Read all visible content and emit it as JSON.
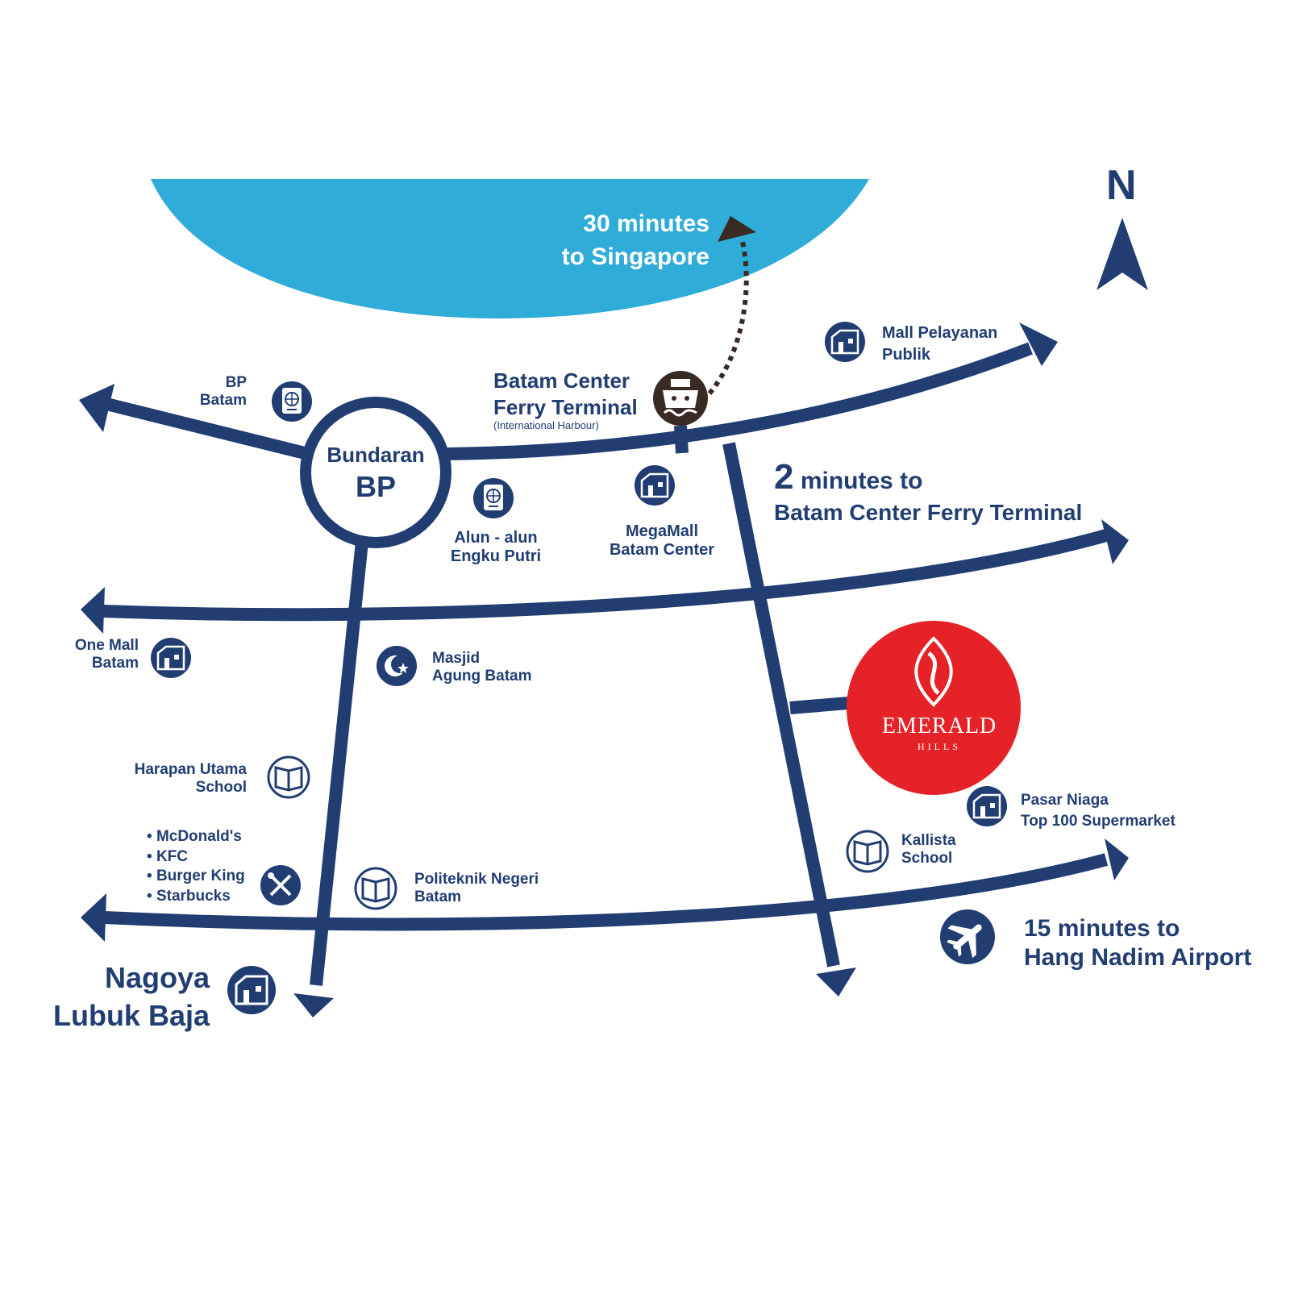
{
  "colors": {
    "road": "#213d72",
    "sea": "#30acd9",
    "brand_red": "#e52227",
    "ferry_dark": "#3a2a24",
    "text": "#213d72",
    "white": "#ffffff"
  },
  "compass": {
    "label": "N",
    "icon": "north-arrow-icon"
  },
  "sea": {
    "line1": "30 minutes",
    "line2": "to Singapore"
  },
  "roundabout": {
    "line1": "Bundaran",
    "line2": "BP"
  },
  "ferry": {
    "name_line1": "Batam Center",
    "name_line2": "Ferry Terminal",
    "subtitle": "(International Harbour)",
    "icon": "ferry-icon"
  },
  "ferry_time": {
    "number": "2",
    "rest": " minutes to",
    "line2": "Batam Center Ferry Terminal"
  },
  "airport": {
    "line1": "15 minutes to",
    "line2": "Hang Nadim Airport",
    "icon": "airplane-icon"
  },
  "nagoya": {
    "line1": "Nagoya",
    "line2": "Lubuk Baja",
    "icon": "mall-icon"
  },
  "brand": {
    "name": "EMERALD",
    "sub": "HILLS"
  },
  "places": {
    "bp_batam": {
      "line1": "BP",
      "line2": "Batam",
      "icon": "passport-icon"
    },
    "mall_pelayanan": {
      "line1": "Mall Pelayanan",
      "line2": "Publik",
      "icon": "mall-icon"
    },
    "alun_alun": {
      "line1": "Alun - alun",
      "line2": "Engku Putri",
      "icon": "passport-icon"
    },
    "megamall": {
      "line1": "MegaMall",
      "line2": "Batam Center",
      "icon": "mall-icon"
    },
    "one_mall": {
      "line1": "One Mall",
      "line2": "Batam",
      "icon": "mall-icon"
    },
    "masjid": {
      "line1": "Masjid",
      "line2": "Agung Batam",
      "icon": "crescent-star-icon"
    },
    "harapan": {
      "line1": "Harapan Utama",
      "line2": "School",
      "icon": "book-icon"
    },
    "food": {
      "items": [
        "McDonald's",
        "KFC",
        "Burger King",
        "Starbucks"
      ],
      "icon": "fork-knife-icon"
    },
    "politeknik": {
      "line1": "Politeknik Negeri",
      "line2": "Batam",
      "icon": "book-icon"
    },
    "kallista": {
      "line1": "Kallista",
      "line2": "School",
      "icon": "book-icon"
    },
    "pasar_niaga": {
      "line1": "Pasar Niaga",
      "line2": "Top 100 Supermarket",
      "icon": "mall-icon"
    }
  }
}
